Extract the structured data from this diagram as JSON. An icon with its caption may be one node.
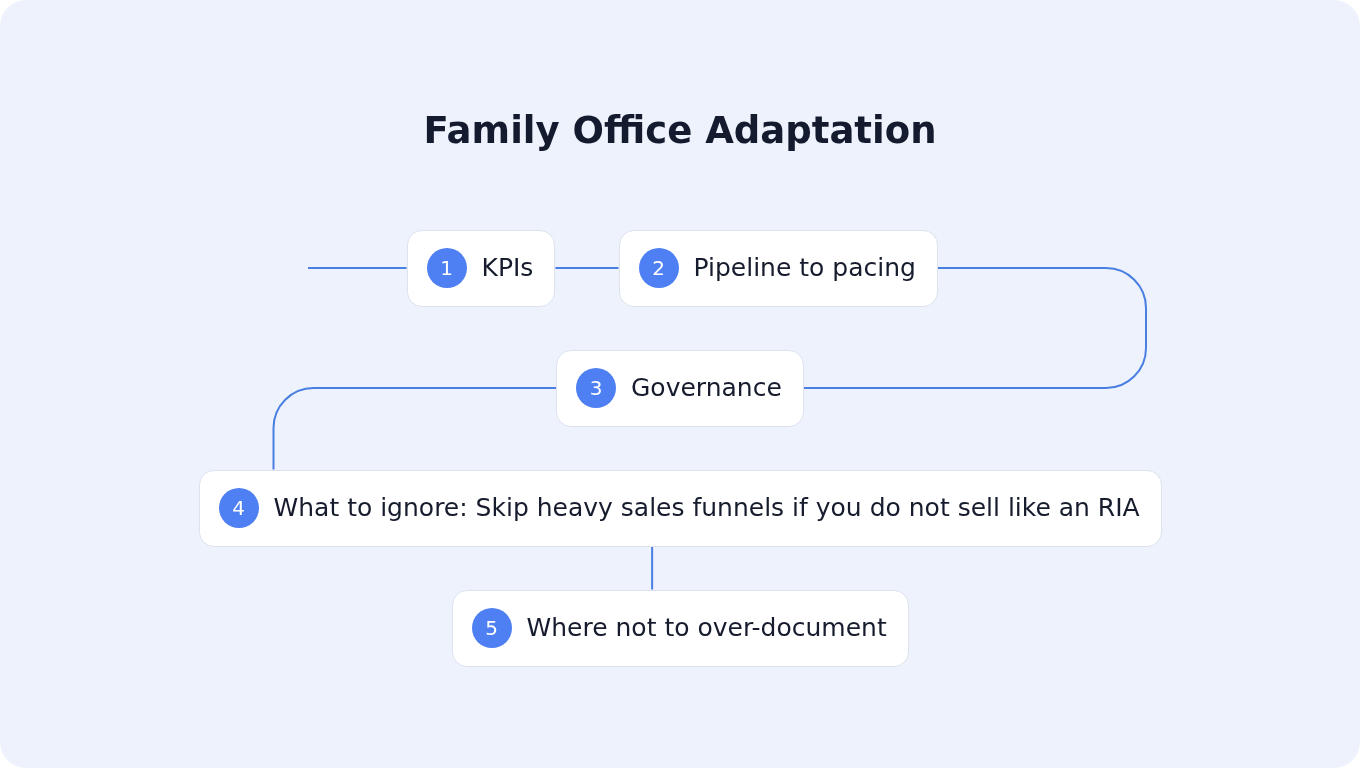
{
  "diagram": {
    "title": "Family Office Adaptation",
    "nodes": [
      {
        "text": [
          "1",
          "KPIs"
        ]
      },
      {
        "text": [
          "2",
          "Pipeline to pacing"
        ]
      },
      {
        "text": [
          "3",
          "Governance"
        ]
      },
      {
        "text": [
          "4",
          "What to ignore: Skip heavy sales funnels if you do not sell like an RIA"
        ]
      },
      {
        "text": [
          "5",
          "Where not to over-document"
        ]
      }
    ],
    "edges": [
      {
        "from": null,
        "to": 0,
        "arrow": "none"
      },
      {
        "from": 0,
        "to": 1,
        "arrow": "none"
      },
      {
        "from": 1,
        "to": 2,
        "arrow": "none"
      },
      {
        "from": 2,
        "to": 3,
        "arrow": "none"
      },
      {
        "from": 3,
        "to": 4,
        "arrow": "none"
      }
    ]
  }
}
